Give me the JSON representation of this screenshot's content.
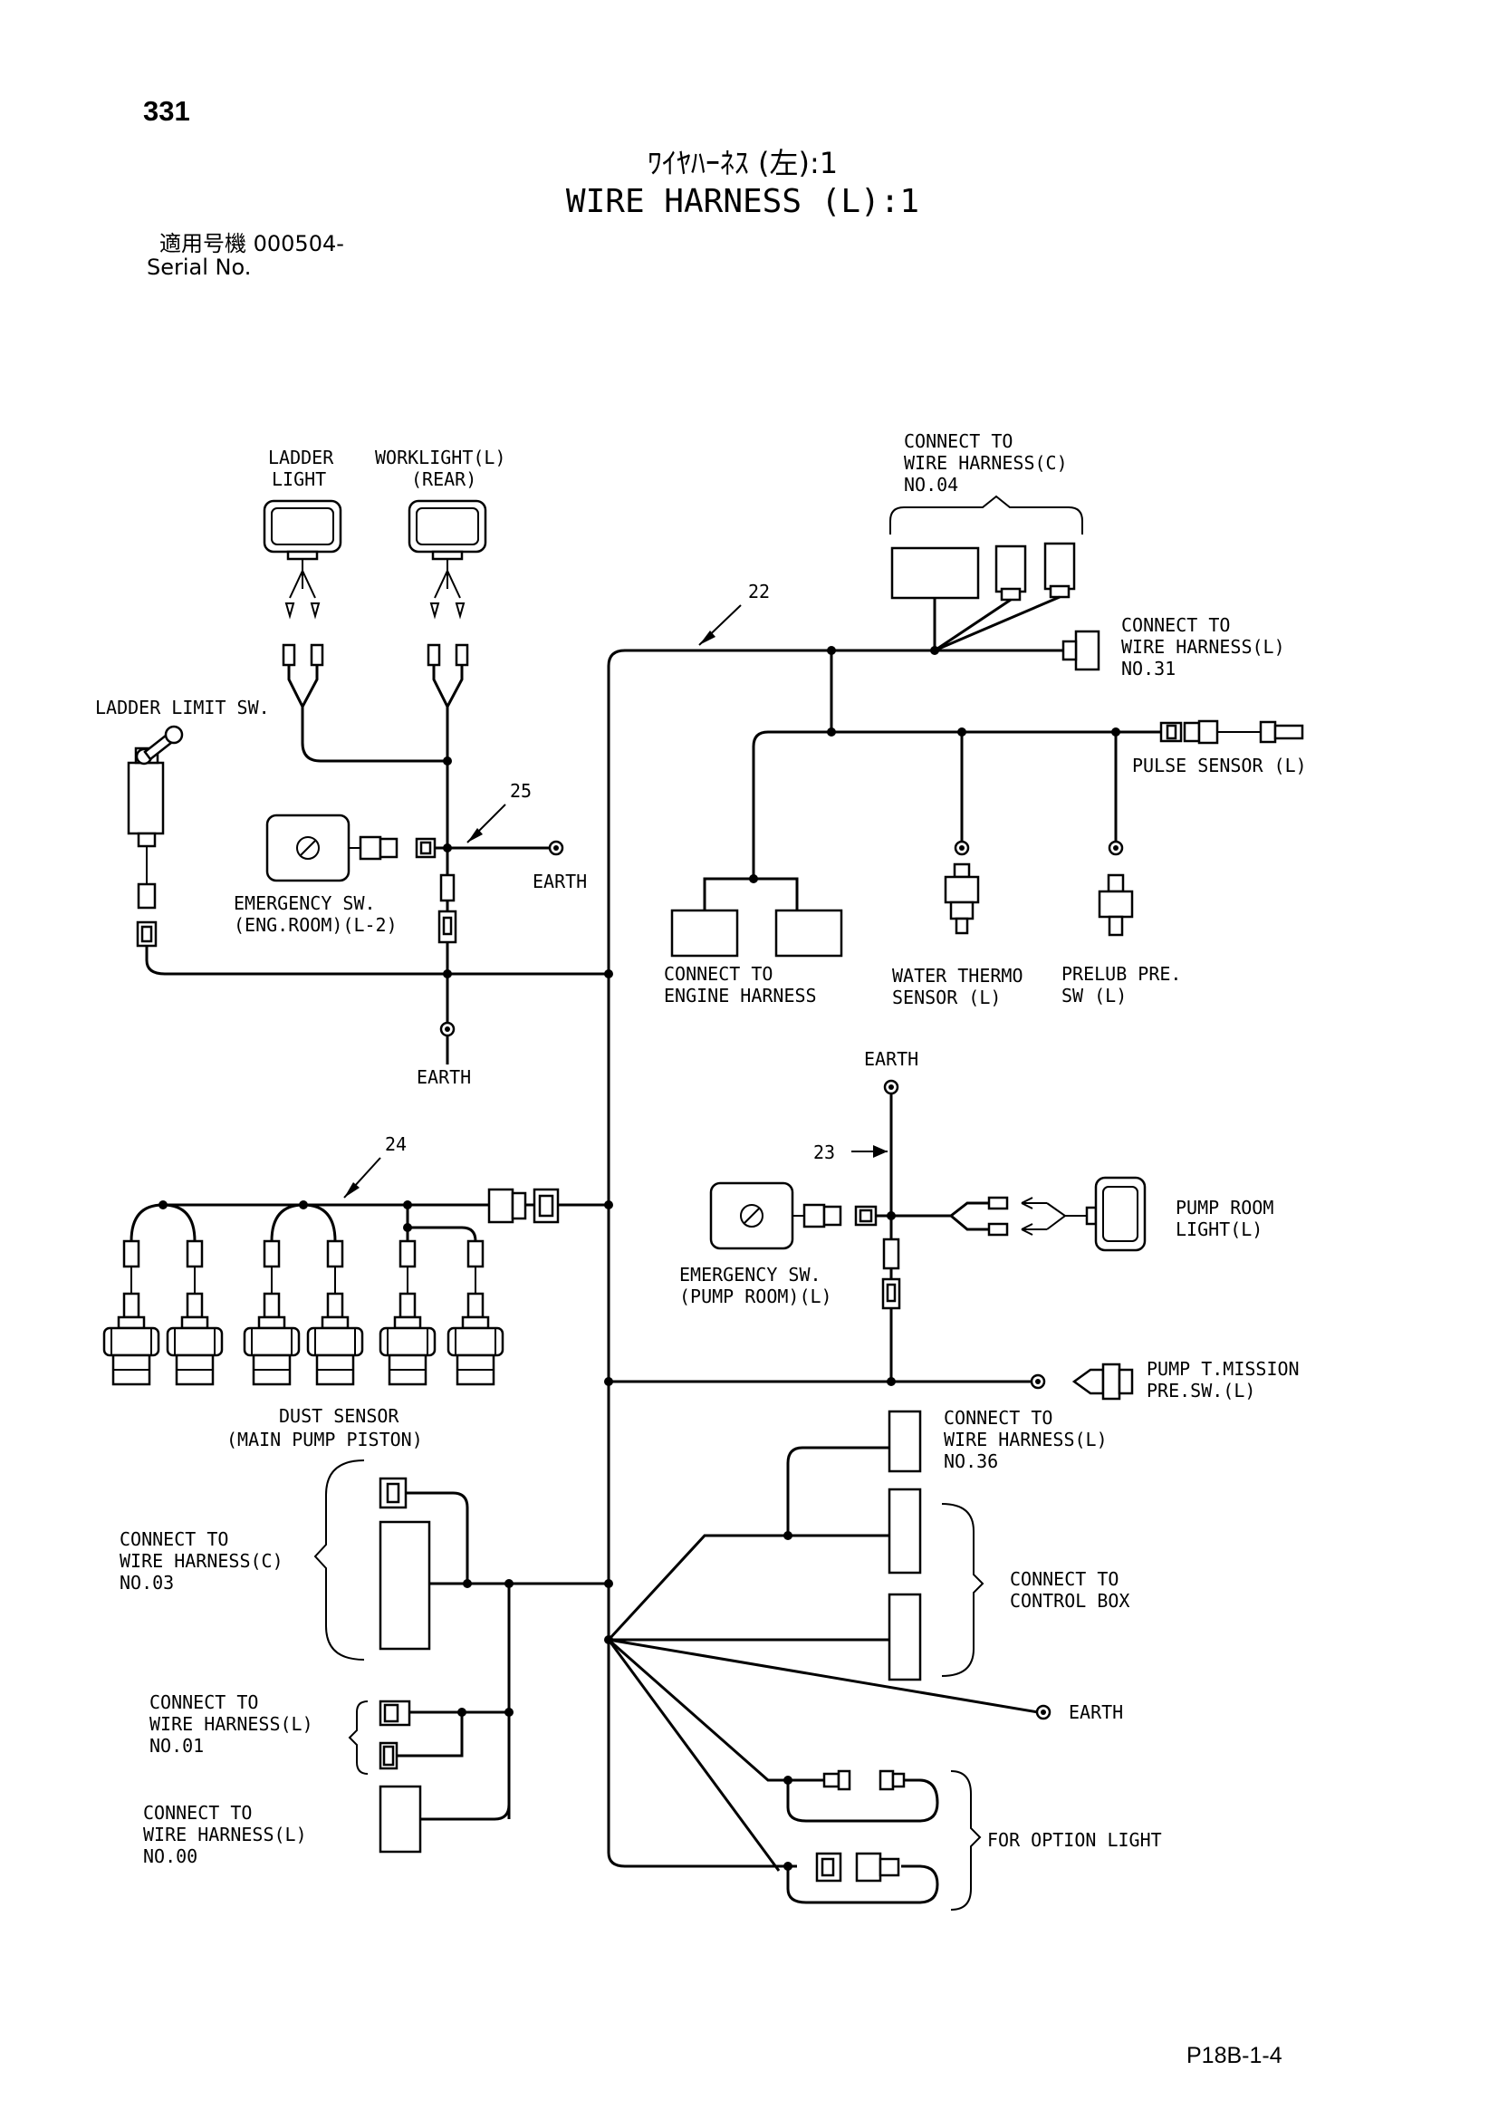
{
  "page_number": "331",
  "title_jp": "ﾜｲﾔﾊｰﾈｽ (左):1",
  "title_en": "WIRE HARNESS (L):1",
  "serial_jp": "適用号機  000504-",
  "serial_en": "Serial No.",
  "footer_code": "P18B-1-4",
  "callouts": {
    "c22": "22",
    "c23": "23",
    "c24": "24",
    "c25": "25"
  },
  "labels": {
    "ladder_light_1": "LADDER",
    "ladder_light_2": "LIGHT",
    "worklight_1": "WORKLIGHT(L)",
    "worklight_2": "(REAR)",
    "ladder_limit": "LADDER LIMIT SW.",
    "emerg_eng_1": "EMERGENCY SW.",
    "emerg_eng_2": "(ENG.ROOM)(L-2)",
    "earth_upper": "EARTH",
    "earth_lower": "EARTH",
    "earth_pump": "EARTH",
    "earth_right": "EARTH",
    "conn_c04_1": "CONNECT TO",
    "conn_c04_2": "WIRE HARNESS(C)",
    "conn_c04_3": "NO.04",
    "conn_l31_1": "CONNECT TO",
    "conn_l31_2": "WIRE HARNESS(L)",
    "conn_l31_3": "NO.31",
    "pulse_sensor": "PULSE SENSOR (L)",
    "conn_eng_1": "CONNECT TO",
    "conn_eng_2": "ENGINE HARNESS",
    "water_1": "WATER THERMO",
    "water_2": "SENSOR (L)",
    "prelub_1": "PRELUB PRE.",
    "prelub_2": "SW (L)",
    "dust_1": "DUST SENSOR",
    "dust_2": "(MAIN PUMP PISTON)",
    "emerg_pump_1": "EMERGENCY SW.",
    "emerg_pump_2": "(PUMP ROOM)(L)",
    "pump_light_1": "PUMP ROOM",
    "pump_light_2": "LIGHT(L)",
    "pump_tm_1": "PUMP T.MISSION",
    "pump_tm_2": "PRE.SW.(L)",
    "conn_c03_1": "CONNECT TO",
    "conn_c03_2": "WIRE HARNESS(C)",
    "conn_c03_3": "NO.03",
    "conn_l36_1": "CONNECT TO",
    "conn_l36_2": "WIRE HARNESS(L)",
    "conn_l36_3": "NO.36",
    "ctrl_box_1": "CONNECT TO",
    "ctrl_box_2": "CONTROL BOX",
    "conn_l01_1": "CONNECT TO",
    "conn_l01_2": "WIRE HARNESS(L)",
    "conn_l01_3": "NO.01",
    "conn_l00_1": "CONNECT TO",
    "conn_l00_2": "WIRE HARNESS(L)",
    "conn_l00_3": "NO.00",
    "option_light": "FOR OPTION LIGHT"
  }
}
